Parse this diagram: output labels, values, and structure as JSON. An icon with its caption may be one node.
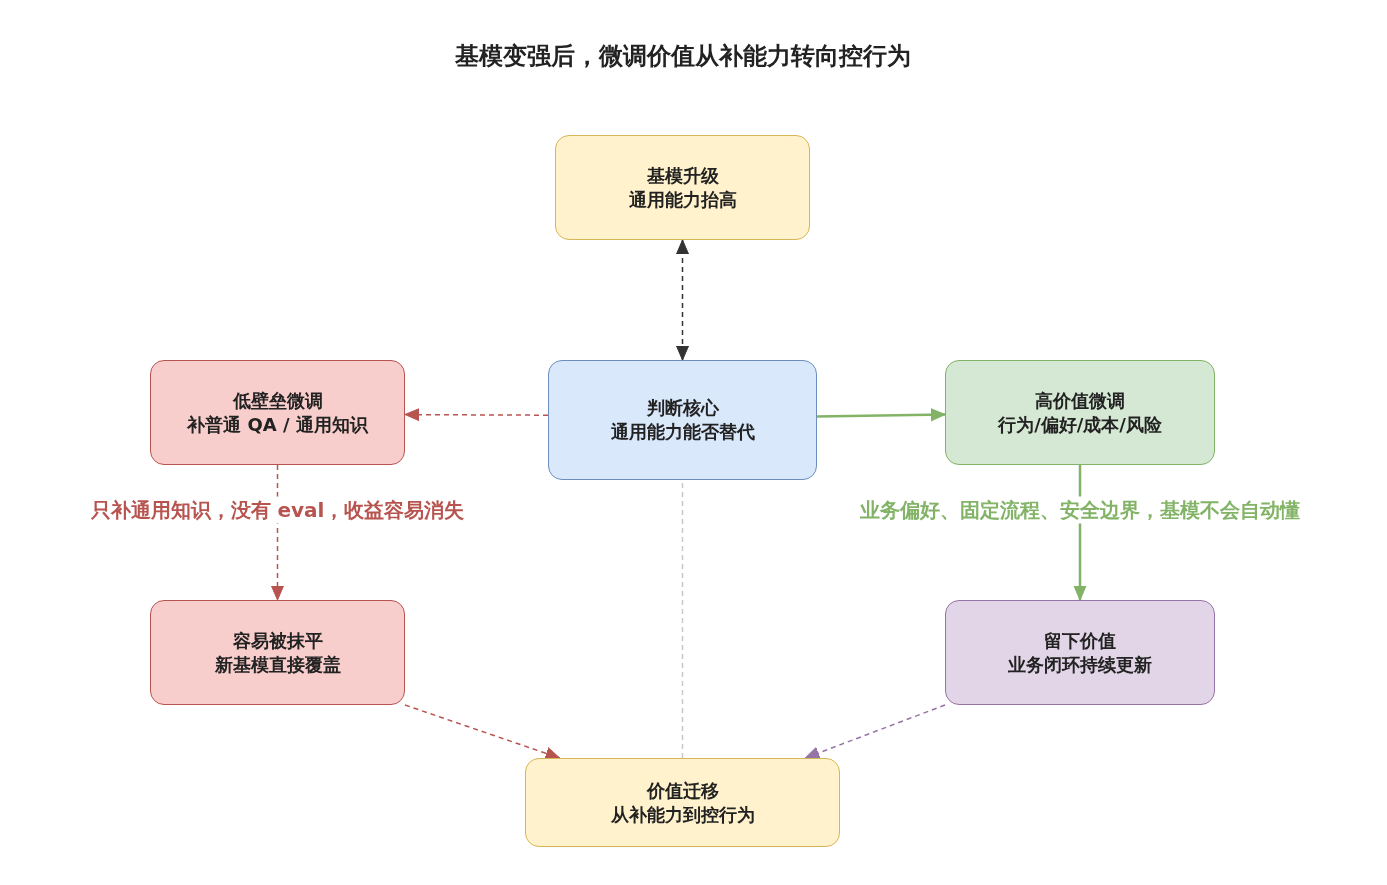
{
  "diagram": {
    "title": "基模变强后，微调价值从补能力转向控行为",
    "nodes": [
      {
        "text": [
          "基模升级",
          "通用能力抬高"
        ]
      },
      {
        "text": [
          "判断核心",
          "通用能力能否替代"
        ]
      },
      {
        "text": [
          "低壁垒微调",
          "补普通 QA / 通用知识"
        ]
      },
      {
        "text": [
          "高价值微调",
          "行为/偏好/成本/风险"
        ]
      },
      {
        "text": [
          "容易被抹平",
          "新基模直接覆盖"
        ]
      },
      {
        "text": [
          "留下价值",
          "业务闭环持续更新"
        ]
      },
      {
        "text": [
          "价值迁移",
          "从补能力到控行为"
        ]
      }
    ],
    "edges": [
      {
        "from": 0,
        "to": 1,
        "arrow": "both",
        "style": "dashed",
        "color": "#333333"
      },
      {
        "from": 6,
        "to": 1,
        "arrow": "none",
        "style": "dashed",
        "color": "#c8c8c8"
      },
      {
        "from": 1,
        "to": 2,
        "arrow": "to",
        "style": "dashed",
        "color": "#b85450"
      },
      {
        "from": 1,
        "to": 3,
        "arrow": "to",
        "color": "#82b366"
      },
      {
        "from": 2,
        "to": 4,
        "arrow": "to",
        "style": "dashed",
        "color": "#b85450",
        "label": "只补通用知识，没有 eval，收益容易消失"
      },
      {
        "from": 3,
        "to": 5,
        "arrow": "to",
        "color": "#82b366",
        "label": "业务偏好、固定流程、安全边界，基模不会自动懂"
      },
      {
        "from": 4,
        "to": 6,
        "arrow": "to",
        "style": "dashed",
        "color": "#b85450"
      },
      {
        "from": 5,
        "to": 6,
        "arrow": "to",
        "style": "dashed",
        "color": "#9673a6"
      }
    ]
  }
}
